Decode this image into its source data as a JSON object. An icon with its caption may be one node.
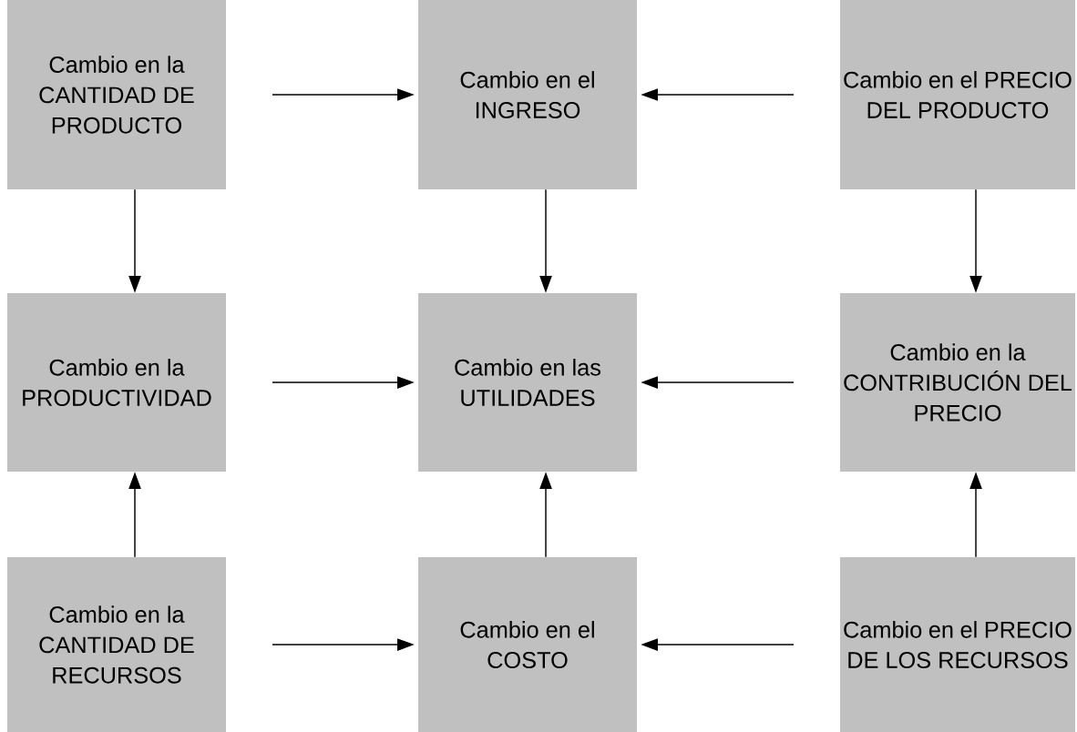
{
  "diagram": {
    "nodes": [
      {
        "text": [
          "Cambio en la CANTIDAD DE PRODUCTO"
        ]
      },
      {
        "text": [
          "Cambio en el INGRESO"
        ]
      },
      {
        "text": [
          "Cambio en el PRECIO DEL PRODUCTO"
        ]
      },
      {
        "text": [
          "Cambio en la PRODUCTIVIDAD"
        ]
      },
      {
        "text": [
          "Cambio en las UTILIDADES"
        ]
      },
      {
        "text": [
          "Cambio en la CONTRIBUCIÓN DEL PRECIO"
        ]
      },
      {
        "text": [
          "Cambio en la CANTIDAD DE RECURSOS"
        ]
      },
      {
        "text": [
          "Cambio en el COSTO"
        ]
      },
      {
        "text": [
          "Cambio en el PRECIO DE LOS RECURSOS"
        ]
      }
    ],
    "edges": [
      {
        "from": 0,
        "to": 1,
        "arrow": "to"
      },
      {
        "from": 2,
        "to": 1,
        "arrow": "to"
      },
      {
        "from": 0,
        "to": 3,
        "arrow": "to"
      },
      {
        "from": 1,
        "to": 4,
        "arrow": "to"
      },
      {
        "from": 2,
        "to": 5,
        "arrow": "to"
      },
      {
        "from": 3,
        "to": 4,
        "arrow": "to"
      },
      {
        "from": 5,
        "to": 4,
        "arrow": "to"
      },
      {
        "from": 6,
        "to": 3,
        "arrow": "to"
      },
      {
        "from": 7,
        "to": 4,
        "arrow": "to"
      },
      {
        "from": 8,
        "to": 5,
        "arrow": "to"
      },
      {
        "from": 6,
        "to": 7,
        "arrow": "to"
      },
      {
        "from": 8,
        "to": 7,
        "arrow": "to"
      }
    ]
  }
}
